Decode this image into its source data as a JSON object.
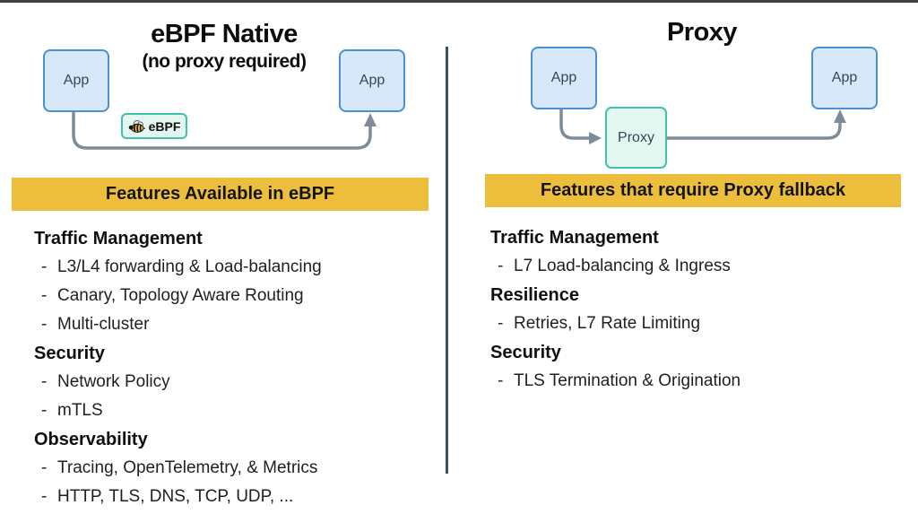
{
  "slide": {
    "bullet": "-",
    "left": {
      "title": "eBPF Native",
      "subtitle": "(no proxy required)",
      "app_left_label": "App",
      "app_right_label": "App",
      "ebpf_badge_label": "eBPF",
      "banner": "Features Available in eBPF",
      "sections": [
        {
          "title": "Traffic Management",
          "items": [
            "L3/L4 forwarding & Load-balancing",
            "Canary, Topology Aware Routing",
            "Multi-cluster"
          ]
        },
        {
          "title": "Security",
          "items": [
            "Network Policy",
            "mTLS"
          ]
        },
        {
          "title": "Observability",
          "items": [
            "Tracing, OpenTelemetry, & Metrics",
            "HTTP, TLS, DNS, TCP, UDP, ..."
          ]
        }
      ]
    },
    "right": {
      "title": "Proxy",
      "app_left_label": "App",
      "app_right_label": "App",
      "proxy_box_label": "Proxy",
      "banner": "Features that require Proxy fallback",
      "sections": [
        {
          "title": "Traffic Management",
          "items": [
            "L7 Load-balancing & Ingress"
          ]
        },
        {
          "title": "Resilience",
          "items": [
            "Retries, L7 Rate Limiting"
          ]
        },
        {
          "title": "Security",
          "items": [
            "TLS Termination & Origination"
          ]
        }
      ]
    },
    "colors": {
      "banner_yellow": "#edbe3c",
      "app_fill": "#d7e9f8",
      "app_border": "#4a90d4",
      "teal_fill": "#e3f6f0",
      "teal_border": "#3fc1ab",
      "arrow_gray": "#7e8c99",
      "divider": "#3e4f63"
    }
  }
}
